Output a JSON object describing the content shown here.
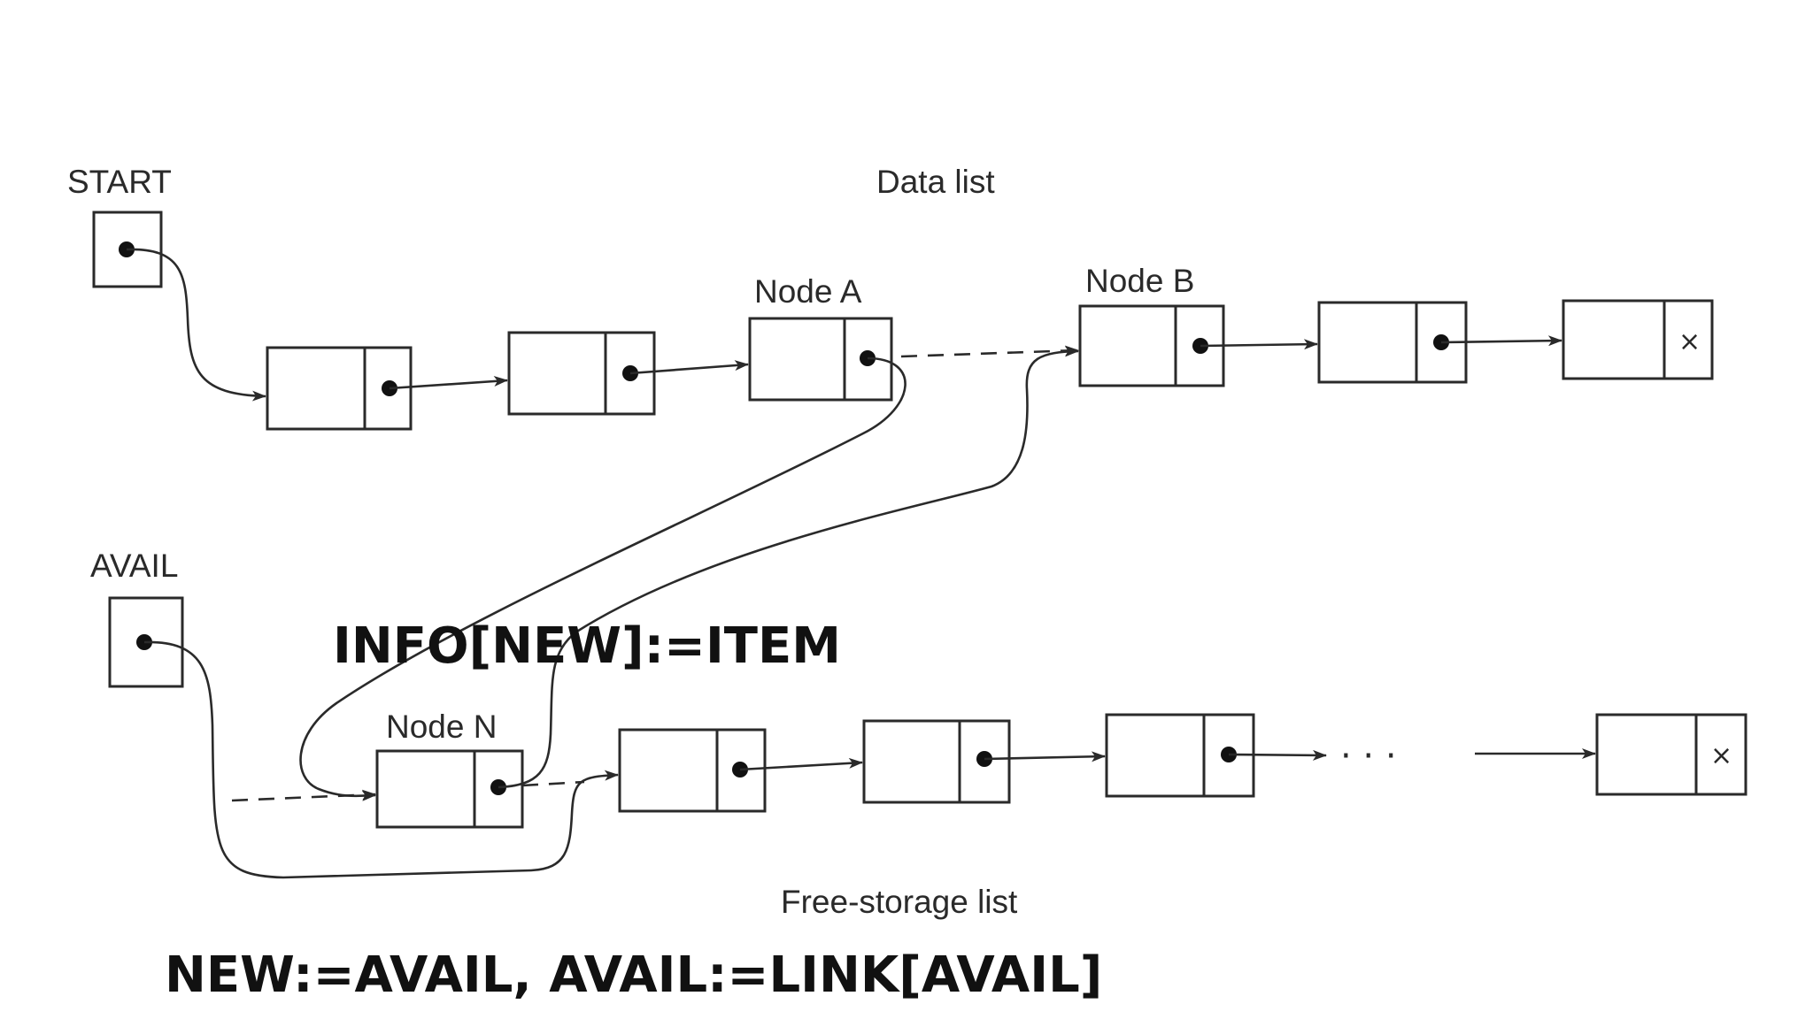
{
  "labels": {
    "start": "START",
    "avail": "AVAIL",
    "data_list": "Data list",
    "free_list": "Free-storage list",
    "node_a": "Node A",
    "node_b": "Node B",
    "node_n": "Node N",
    "null_marker": "×",
    "ellipsis": "· · ·"
  },
  "captions": {
    "info": "INFO[NEW]:=ITEM",
    "new_avail": "NEW:=AVAIL, AVAIL:=LINK[AVAIL]"
  }
}
